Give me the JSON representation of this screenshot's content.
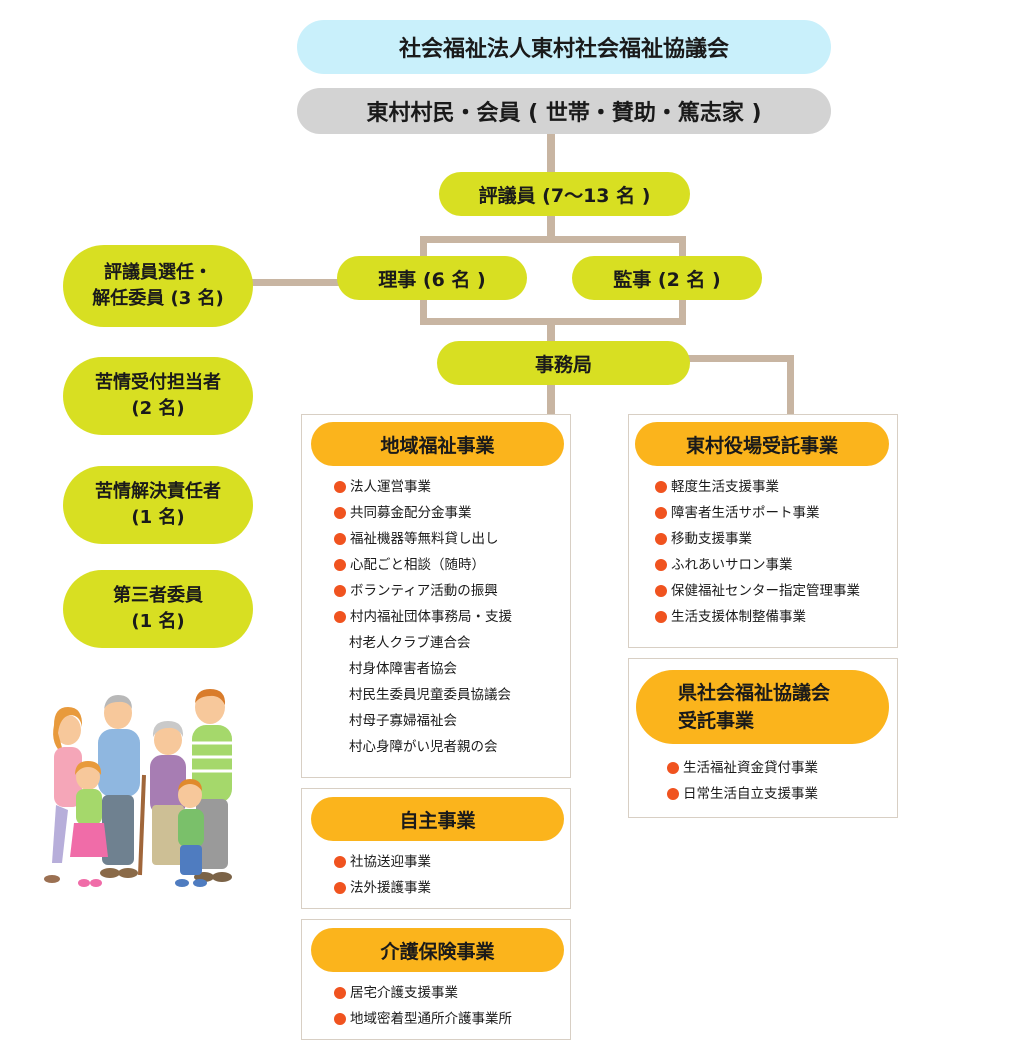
{
  "org": {
    "title": "社会福祉法人東村社会福祉協議会",
    "members": "東村村民・会員 ( 世帯・賛助・篤志家 )",
    "councilors": "評議員 (7～13 名 )",
    "directors": "理事 (6 名 )",
    "auditors": "監事 (2 名 )",
    "secretariat": "事務局"
  },
  "side_roles": [
    {
      "label": "評議員選任・\n解任委員 (3 名)"
    },
    {
      "label": "苦情受付担当者\n(2 名)"
    },
    {
      "label": "苦情解決責任者\n(1 名)"
    },
    {
      "label": "第三者委員\n(1 名)"
    }
  ],
  "sections": {
    "community": {
      "title": "地域福祉事業",
      "items": [
        {
          "text": "法人運営事業",
          "bullet": true
        },
        {
          "text": "共同募金配分金事業",
          "bullet": true
        },
        {
          "text": "福祉機器等無料貸し出し",
          "bullet": true
        },
        {
          "text": "心配ごと相談（随時）",
          "bullet": true
        },
        {
          "text": "ボランティア活動の振興",
          "bullet": true
        },
        {
          "text": "村内福祉団体事務局・支援",
          "bullet": true
        },
        {
          "text": "村老人クラブ連合会",
          "bullet": false
        },
        {
          "text": "村身体障害者協会",
          "bullet": false
        },
        {
          "text": "村民生委員児童委員協議会",
          "bullet": false
        },
        {
          "text": "村母子寡婦福祉会",
          "bullet": false
        },
        {
          "text": "村心身障がい児者親の会",
          "bullet": false
        }
      ]
    },
    "independent": {
      "title": "自主事業",
      "items": [
        {
          "text": "社協送迎事業",
          "bullet": true
        },
        {
          "text": "法外援護事業",
          "bullet": true
        }
      ]
    },
    "care": {
      "title": "介護保険事業",
      "items": [
        {
          "text": "居宅介護支援事業",
          "bullet": true
        },
        {
          "text": "地域密着型通所介護事業所",
          "bullet": true
        }
      ]
    },
    "village": {
      "title": "東村役場受託事業",
      "items": [
        {
          "text": "軽度生活支援事業",
          "bullet": true
        },
        {
          "text": "障害者生活サポート事業",
          "bullet": true
        },
        {
          "text": "移動支援事業",
          "bullet": true
        },
        {
          "text": "ふれあいサロン事業",
          "bullet": true
        },
        {
          "text": "保健福祉センター指定管理事業",
          "bullet": true
        },
        {
          "text": "生活支援体制整備事業",
          "bullet": true
        }
      ]
    },
    "prefecture": {
      "title": "県社会福祉協議会\n受託事業",
      "items": [
        {
          "text": "生活福祉資金貸付事業",
          "bullet": true
        },
        {
          "text": "日常生活自立支援事業",
          "bullet": true
        }
      ]
    }
  },
  "colors": {
    "title_bg": "#c9f0fb",
    "members_bg": "#d3d3d3",
    "node_bg": "#d8df22",
    "section_head_bg": "#fbb41c",
    "bullet": "#f0531f",
    "connector": "#c8b5a2"
  },
  "illustration": {
    "icon": "family-illustration-icon"
  }
}
